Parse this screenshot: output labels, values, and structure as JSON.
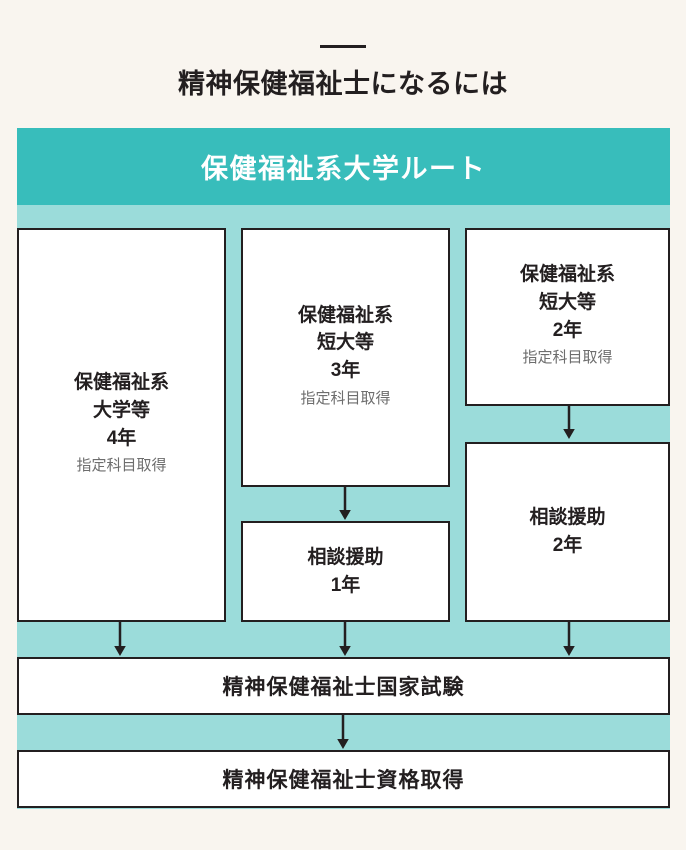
{
  "page": {
    "title": "精神保健福祉士になるには",
    "background_color": "#F9F5EF",
    "accent_dark": "#38BDBB",
    "accent_light": "#9BDCDA",
    "ink": "#231f20"
  },
  "panel": {
    "header_label": "保健福祉系大学ルート"
  },
  "columns": [
    {
      "name": "university-4yr",
      "lines": [
        "保健福祉系",
        "大学等",
        "4年"
      ],
      "note": "指定科目取得",
      "followup": null
    },
    {
      "name": "junior-college-3yr",
      "lines": [
        "保健福祉系",
        "短大等",
        "3年"
      ],
      "note": "指定科目取得",
      "followup": {
        "lines": [
          "相談援助",
          "1年"
        ]
      }
    },
    {
      "name": "junior-college-2yr",
      "lines": [
        "保健福祉系",
        "短大等",
        "2年"
      ],
      "note": "指定科目取得",
      "followup": {
        "lines": [
          "相談援助",
          "2年"
        ]
      }
    }
  ],
  "outcomes": {
    "exam": "精神保健福祉士国家試験",
    "qualification": "精神保健福祉士資格取得"
  },
  "icons": {
    "arrow_down": "arrow-down-icon"
  }
}
